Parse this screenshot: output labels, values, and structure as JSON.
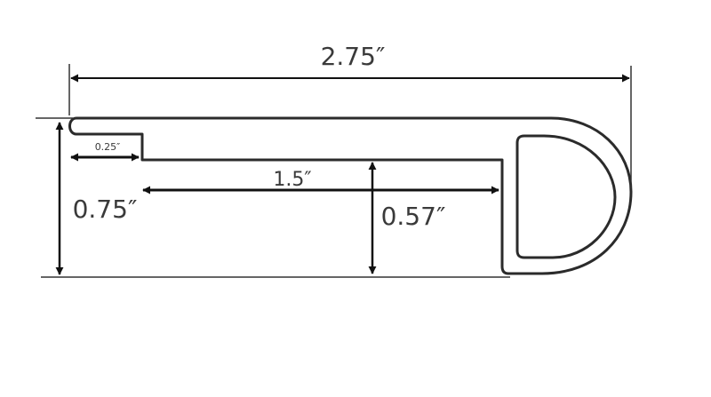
{
  "dimensions": {
    "overall_width": "2.75″",
    "overall_height": "0.75″",
    "lip_width": "0.25″",
    "span_length": "1.5″",
    "inner_height": "0.57″"
  },
  "colors": {
    "line": "#2b2b2b",
    "text": "#3a3a3a",
    "background": "#ffffff"
  }
}
